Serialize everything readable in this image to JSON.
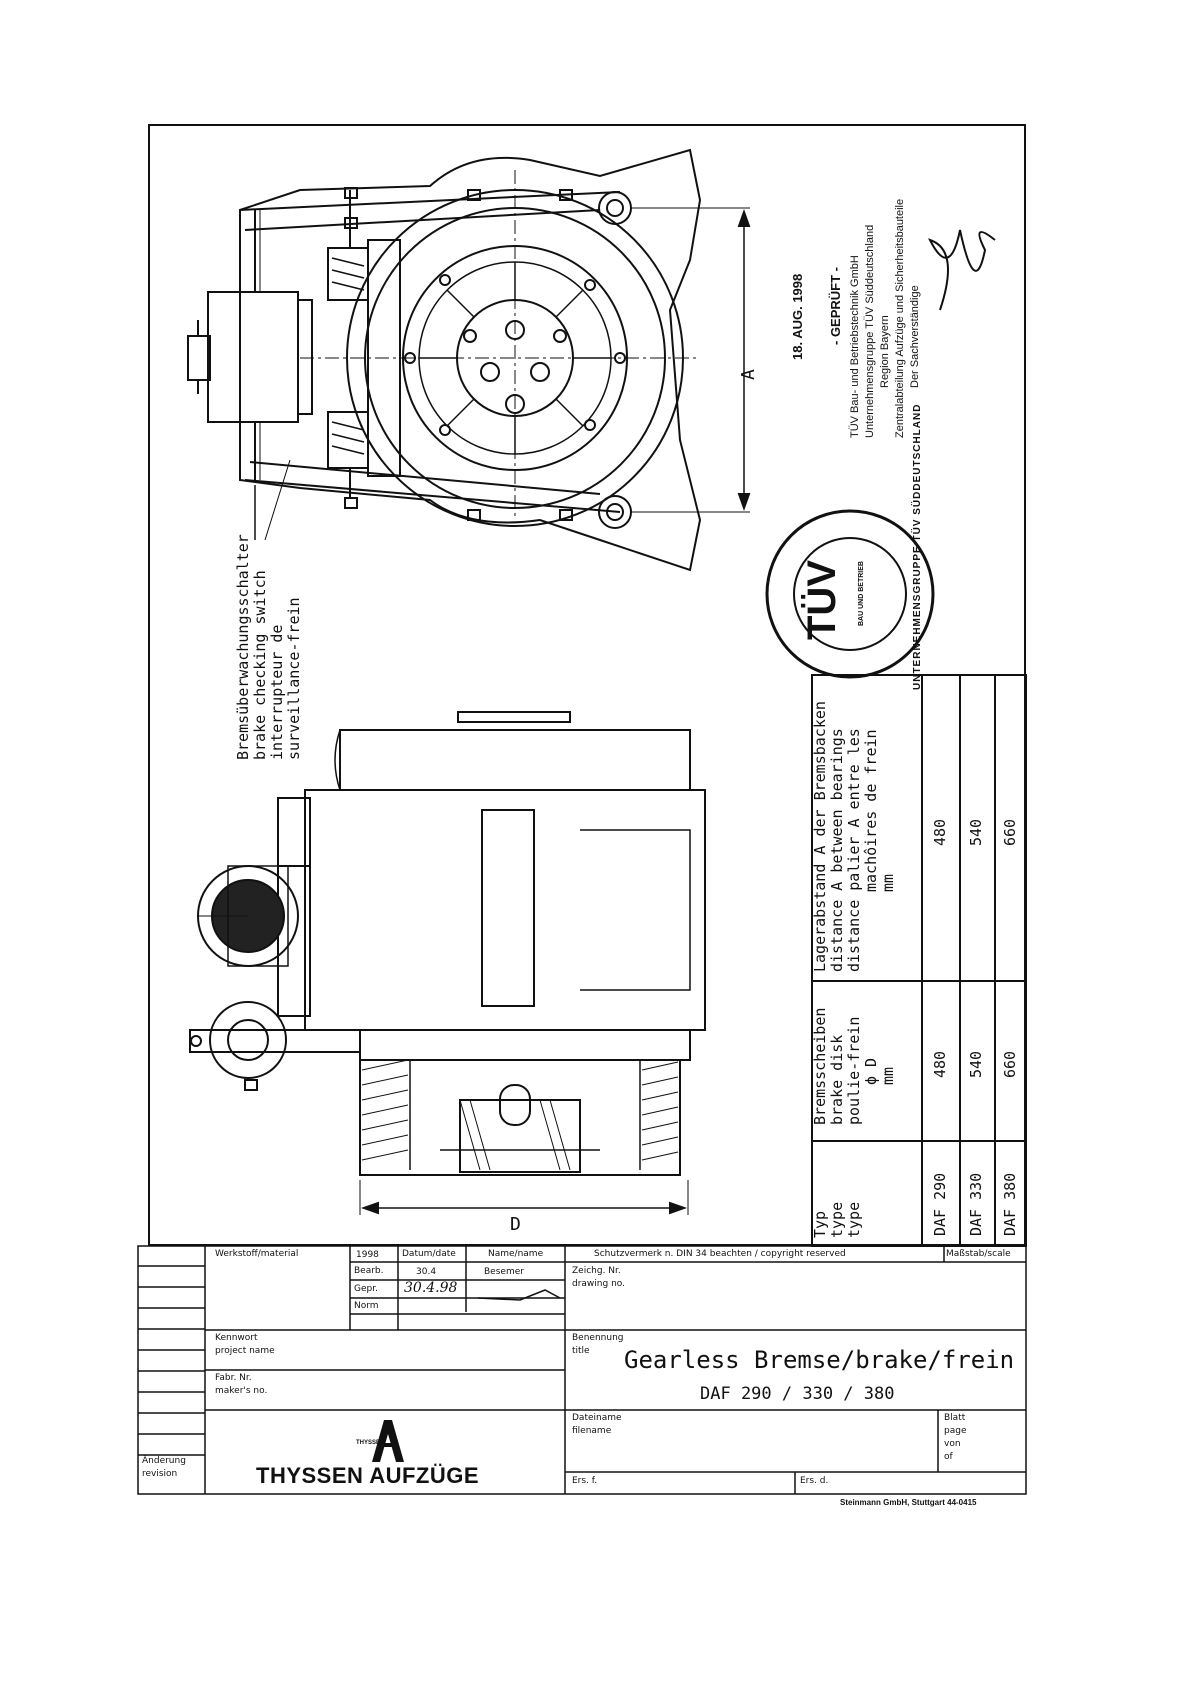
{
  "annotations": {
    "switch_label_de": "Bremsüberwachungsschalter",
    "switch_label_en": "brake checking switch",
    "switch_label_fr1": "interrupteur de",
    "switch_label_fr2": "surveillance-frein",
    "dim_A": "A",
    "dim_D": "D"
  },
  "approval": {
    "date": "18. AUG. 1998",
    "status": "- GEPRÜFT -",
    "org1": "TÜV Bau- und Betriebstechnik GmbH",
    "org2": "Unternehmensgruppe TÜV Süddeutschland",
    "org3": "Region Bayern",
    "org4": "Zentralabteilung Aufzüge und Sicherheitsbauteile",
    "org5": "Der Sachverständige"
  },
  "stamp": {
    "ring_text": "UNTERNEHMENSGRUPPE TÜV SÜDDEUTSCHLAND",
    "center": "TÜV",
    "small": "BAU UND BETRIEB"
  },
  "spec_table": {
    "headers": {
      "type": [
        "Typ",
        "type",
        "type"
      ],
      "disk": [
        "Bremsscheiben",
        "brake disk",
        "poulie-frein",
        "ϕ D",
        "mm"
      ],
      "distance": [
        "Lagerabstand A der Bremsbacken",
        "distance A between bearings",
        "distance palier A entre les",
        "machôires de frein",
        "mm"
      ]
    },
    "rows": [
      {
        "type": "DAF 290",
        "disk": "480",
        "distance": "480"
      },
      {
        "type": "DAF 330",
        "disk": "540",
        "distance": "540"
      },
      {
        "type": "DAF 380",
        "disk": "660",
        "distance": "660"
      }
    ]
  },
  "title_block": {
    "material_label": "Werkstoff/material",
    "year": "1998",
    "date_label": "Datum/date",
    "name_label": "Name/name",
    "copyright": "Schutzvermerk n. DIN 34 beachten / copyright reserved",
    "scale_label": "Maßstab/scale",
    "bearb_label": "Bearb.",
    "bearb_date": "30.4",
    "bearb_name": "Besemer",
    "gepr_label": "Gepr.",
    "gepr_date": "30.4.98",
    "norm_label": "Norm",
    "drawing_label1": "Zeichg. Nr.",
    "drawing_label2": "drawing no.",
    "kennwort1": "Kennwort",
    "kennwort2": "project name",
    "benennung1": "Benennung",
    "benennung2": "title",
    "title": "Gearless Bremse/brake/frein",
    "subtitle": "DAF 290 / 330 / 380",
    "fabr1": "Fabr. Nr.",
    "fabr2": "maker's no.",
    "dateiname1": "Dateiname",
    "dateiname2": "filename",
    "blatt1": "Blatt",
    "blatt2": "page",
    "von1": "von",
    "von2": "of",
    "aenderung1": "Änderung",
    "aenderung2": "revision",
    "logo_text": "THYSSEN",
    "company": "THYSSEN AUFZÜGE",
    "ers_f": "Ers. f.",
    "ers_d": "Ers. d.",
    "printer": "Steinmann GmbH, Stuttgart  44-0415"
  }
}
